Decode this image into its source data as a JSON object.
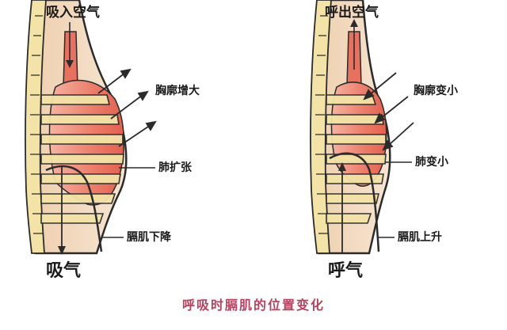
{
  "left": {
    "top_label": "吸入空气",
    "label_chest": "胸廓增大",
    "label_lung": "肺扩张",
    "label_diaphragm": "膈肌下降",
    "bottom_label": "吸气"
  },
  "right": {
    "top_label": "呼出空气",
    "label_chest": "胸廓变小",
    "label_lung": "肺变小",
    "label_diaphragm": "膈肌上升",
    "bottom_label": "呼气"
  },
  "caption": "呼吸时膈肌的位置变化",
  "colors": {
    "body_fill": "#f2dcc2",
    "lung": "#e8705f",
    "lung_light": "#f4a492",
    "bone": "#f3e3a6",
    "outline": "#2b2b2b",
    "caption": "#b7415f"
  }
}
